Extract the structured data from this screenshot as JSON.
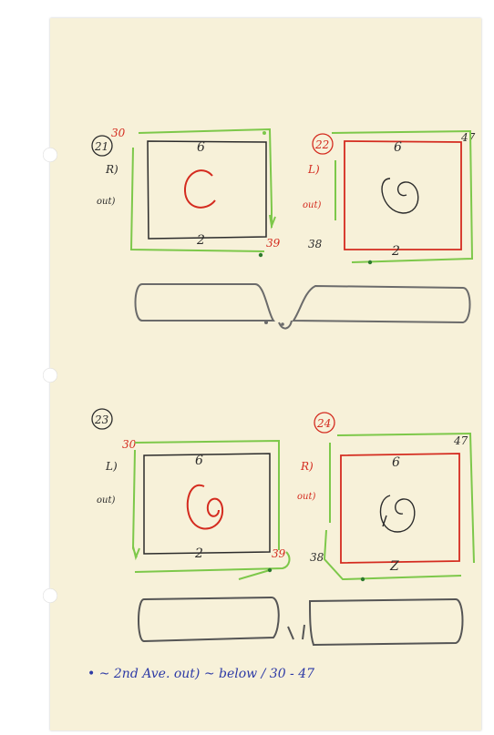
{
  "colors": {
    "paper": "#f7f1d9",
    "red": "#d42b1f",
    "green": "#7dc84a",
    "black": "#2b2b2b",
    "gray": "#6b6b6b",
    "blue": "#2d3aa6"
  },
  "diagrams": [
    {
      "number": "21",
      "top_label": "30",
      "left_top": "R)",
      "left_mid": "out)",
      "top_edge": "6",
      "bottom_edge": "2",
      "corner_label": "39"
    },
    {
      "number": "22",
      "left_top": "L)",
      "left_mid": "out)",
      "top_edge": "6",
      "bottom_edge": "2",
      "corner_left": "38",
      "corner_right": "47"
    },
    {
      "number": "23",
      "top_label": "30",
      "left_top": "L)",
      "left_mid": "out)",
      "top_edge": "6",
      "bottom_edge": "2",
      "corner_label": "39"
    },
    {
      "number": "24",
      "left_top": "R)",
      "left_mid": "out)",
      "top_edge": "6",
      "bottom_edge": "Z",
      "corner_left": "38",
      "corner_right": "47"
    }
  ],
  "footer_note": "• ~ 2nd Ave. out) ~ below / 30 - 47"
}
